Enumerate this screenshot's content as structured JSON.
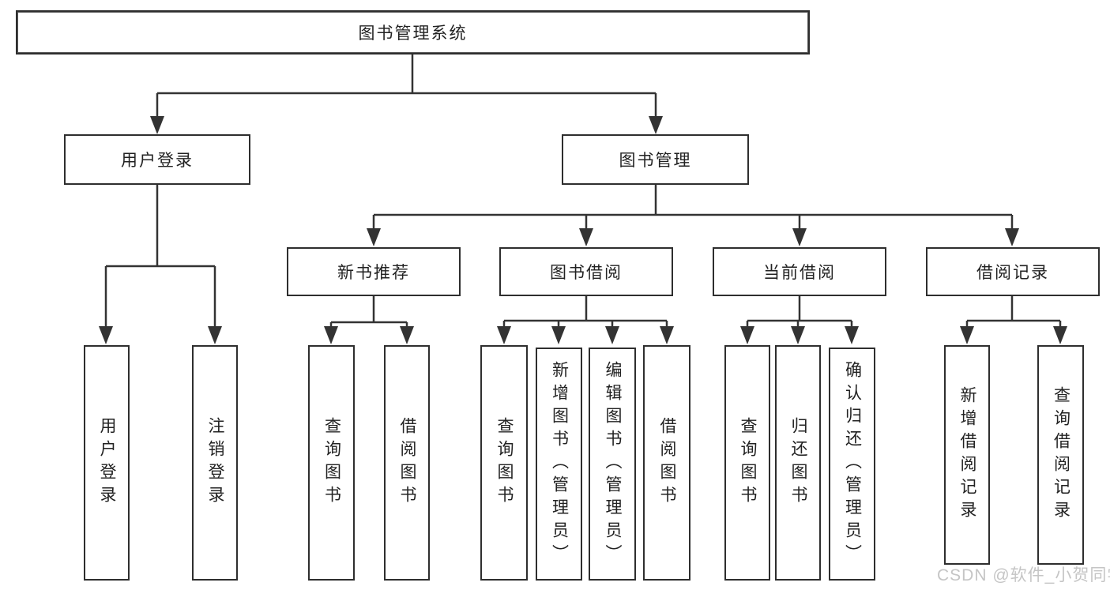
{
  "canvas": {
    "background": "#ffffff",
    "line_color": "#333333",
    "text_color": "#222222",
    "watermark_color": "#c5c5c5"
  },
  "watermark": {
    "text": "CSDN @软件_小贺同学"
  },
  "tree": {
    "root": {
      "label": "图书管理系统"
    },
    "level2": [
      {
        "label": "用户登录"
      },
      {
        "label": "图书管理"
      }
    ],
    "level3": [
      {
        "label": "新书推荐"
      },
      {
        "label": "图书借阅"
      },
      {
        "label": "当前借阅"
      },
      {
        "label": "借阅记录"
      }
    ],
    "leaves": {
      "user": [
        {
          "label": "用户登录"
        },
        {
          "label": "注销登录"
        }
      ],
      "recommend": [
        {
          "label": "查询图书"
        },
        {
          "label": "借阅图书"
        }
      ],
      "borrow": [
        {
          "label": "查询图书"
        },
        {
          "label": "新增图书（管理员）"
        },
        {
          "label": "编辑图书（管理员）"
        },
        {
          "label": "借阅图书"
        }
      ],
      "current": [
        {
          "label": "查询图书"
        },
        {
          "label": "归还图书"
        },
        {
          "label": "确认归还（管理员）"
        }
      ],
      "records": [
        {
          "label": "新增借阅记录"
        },
        {
          "label": "查询借阅记录"
        }
      ]
    }
  }
}
